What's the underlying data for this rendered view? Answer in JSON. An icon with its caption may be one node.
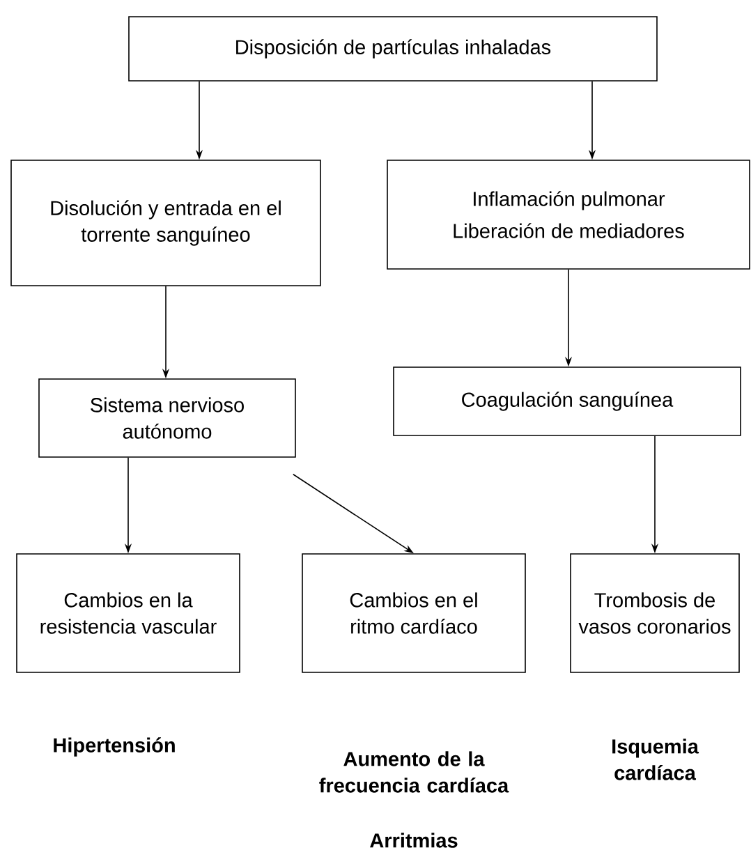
{
  "diagram": {
    "nodes": [
      {
        "text": [
          "Disposición de partículas inhaladas"
        ]
      },
      {
        "text": [
          "Disolución y entrada en el torrente sanguíneo"
        ]
      },
      {
        "text": [
          "Inflamación pulmonar",
          "Liberación de mediadores"
        ]
      },
      {
        "text": [
          "Sistema nervioso autónomo"
        ]
      },
      {
        "text": [
          "Coagulación sanguínea"
        ]
      },
      {
        "text": [
          "Cambios en la resistencia vascular"
        ]
      },
      {
        "text": [
          "Cambios en el ritmo cardíaco"
        ]
      },
      {
        "text": [
          "Trombosis de vasos coronarios"
        ]
      }
    ],
    "edges": [
      {
        "from": 0,
        "to": 1,
        "arrow": "to"
      },
      {
        "from": 0,
        "to": 2,
        "arrow": "to"
      },
      {
        "from": 1,
        "to": 3,
        "arrow": "to"
      },
      {
        "from": 2,
        "to": 4,
        "arrow": "to"
      },
      {
        "from": 3,
        "to": 5,
        "arrow": "to"
      },
      {
        "from": 3,
        "to": 6,
        "arrow": "to"
      },
      {
        "from": 4,
        "to": 7,
        "arrow": "to"
      }
    ],
    "labels": [
      "Hipertensión",
      "Aumento de la frecuencia cardíaca",
      "Isquemia cardíaca",
      "Arritmias"
    ]
  }
}
